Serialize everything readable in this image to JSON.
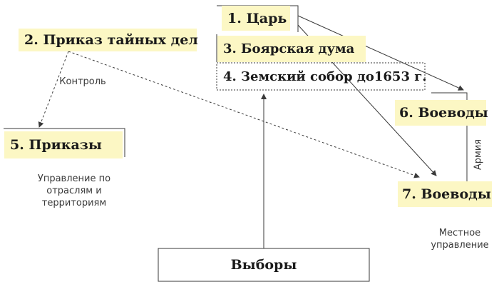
{
  "nodes": {
    "tsar": "1. Царь",
    "boyar_duma": "3. Боярская дума",
    "zemsky_sobor": "4. Земский собор до1653 г.",
    "secret_affairs": "2. Приказ тайных дел",
    "prikazy": "5. Приказы",
    "voevody_army": "6. Воеводы",
    "voevody_local": "7. Воеводы",
    "elections": "Выборы"
  },
  "captions": {
    "control": "Контроль",
    "sector_management": [
      "Управление по",
      "отраслям и",
      "территориям"
    ],
    "army": "Армия",
    "local_management": [
      "Местное",
      "управление"
    ]
  },
  "colors": {
    "node_fill": "#fcf7c4",
    "line": "#3a3a3a"
  }
}
